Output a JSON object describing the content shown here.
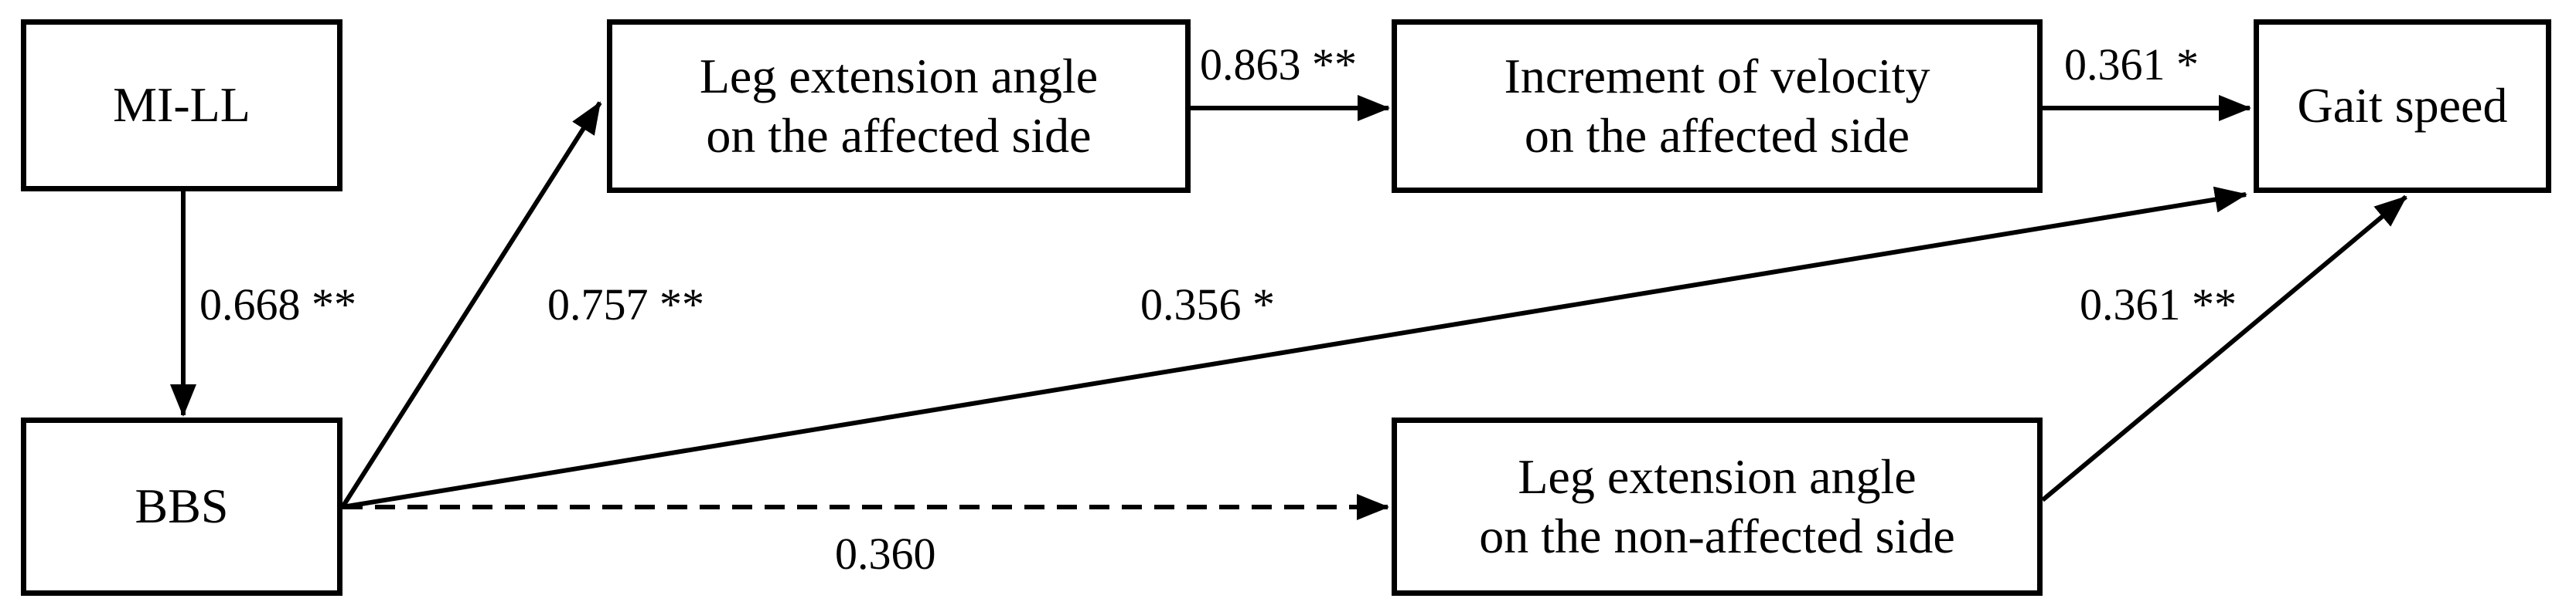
{
  "nodes": {
    "mi_ll": "MI-LL",
    "bbs": "BBS",
    "leg_ext_affected": "Leg extension angle\non the affected side",
    "increment_velocity": "Increment of velocity\non the affected side",
    "leg_ext_non_affected": "Leg extension angle\non the non-affected side",
    "gait_speed": "Gait speed"
  },
  "edges": [
    {
      "from": "mi_ll",
      "to": "bbs",
      "coefficient": "0.668 **",
      "line": "solid"
    },
    {
      "from": "bbs",
      "to": "leg_ext_affected",
      "coefficient": "0.757 **",
      "line": "solid"
    },
    {
      "from": "leg_ext_affected",
      "to": "increment_velocity",
      "coefficient": "0.863 **",
      "line": "solid"
    },
    {
      "from": "increment_velocity",
      "to": "gait_speed",
      "coefficient": "0.361 *",
      "line": "solid"
    },
    {
      "from": "bbs",
      "to": "gait_speed",
      "coefficient": "0.356 *",
      "line": "solid"
    },
    {
      "from": "bbs",
      "to": "leg_ext_non_affected",
      "coefficient": "0.360",
      "line": "dashed"
    },
    {
      "from": "leg_ext_non_affected",
      "to": "gait_speed",
      "coefficient": "0.361 **",
      "line": "solid"
    }
  ],
  "colors": {
    "stroke": "#000000",
    "background": "#ffffff"
  }
}
